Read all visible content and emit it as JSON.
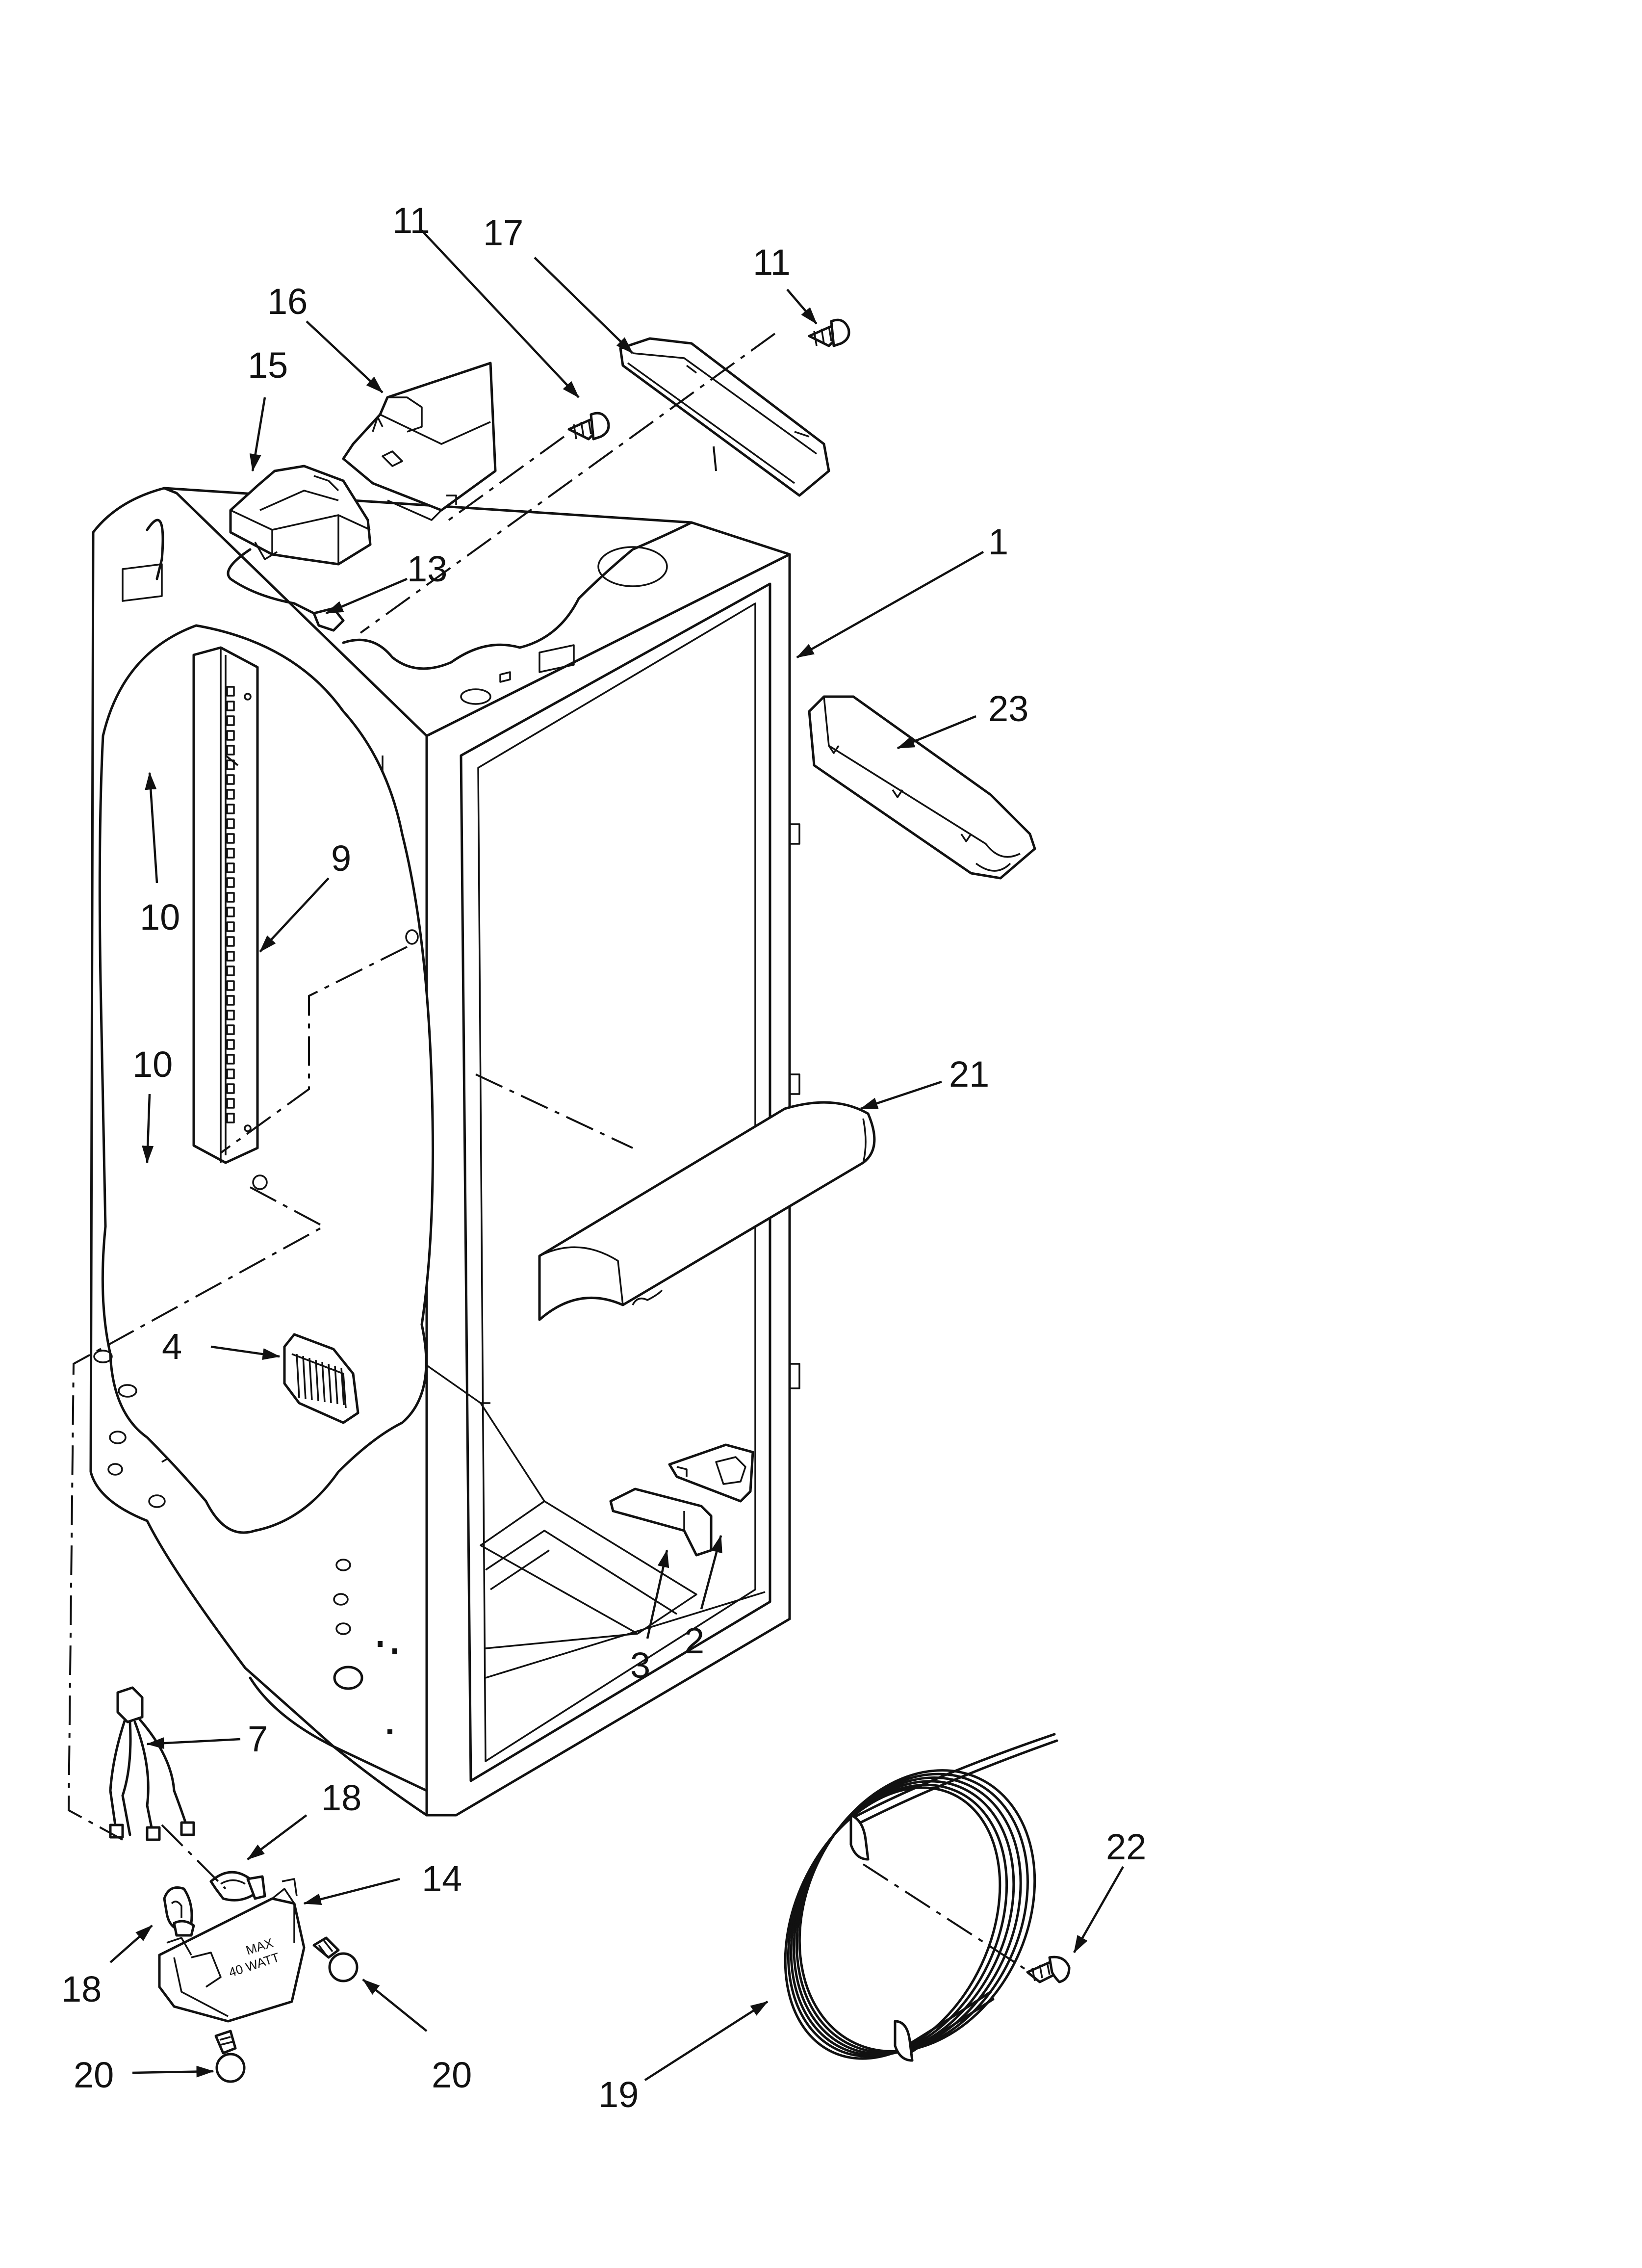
{
  "callouts": {
    "c1": "1",
    "c2": "2",
    "c3": "3",
    "c4": "4",
    "c7": "7",
    "c9": "9",
    "c10a": "10",
    "c10b": "10",
    "c11a": "11",
    "c11b": "11",
    "c13": "13",
    "c14": "14",
    "c15": "15",
    "c16": "16",
    "c17": "17",
    "c18a": "18",
    "c18b": "18",
    "c19": "19",
    "c20a": "20",
    "c20b": "20",
    "c21": "21",
    "c22": "22",
    "c23": "23"
  },
  "lamp_socket": {
    "rating_line1": "MAX",
    "rating_line2": "40 WATT"
  },
  "colors": {
    "line": "#111111",
    "background": "#ffffff"
  }
}
